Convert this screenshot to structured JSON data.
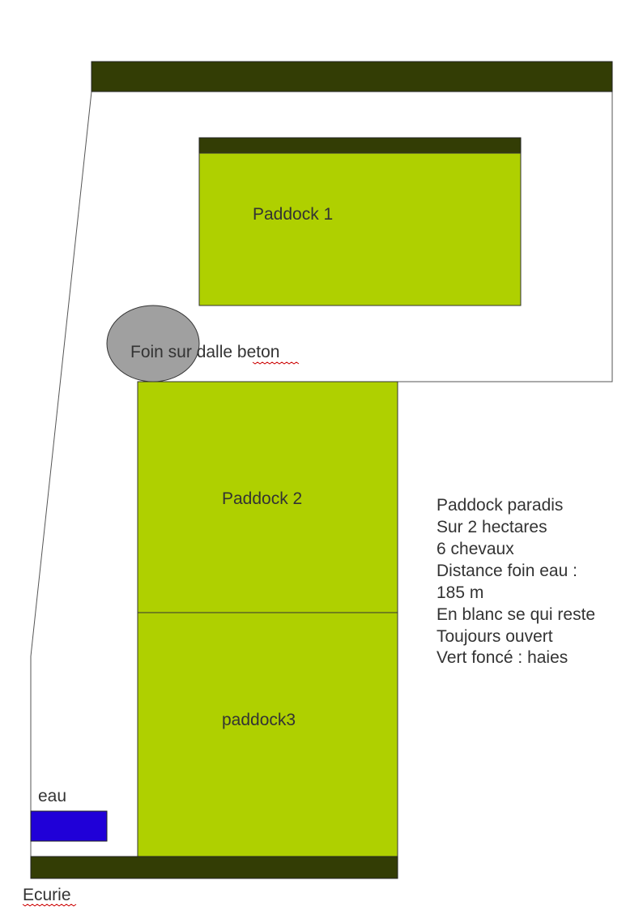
{
  "colors": {
    "hedge": "#333d05",
    "paddock": "#afd000",
    "water": "#2000d8",
    "hay": "#a0a0a0"
  },
  "labels": {
    "paddock1": "Paddock 1",
    "hay": "Foin sur dalle beton",
    "paddock2": "Paddock 2",
    "paddock3": "paddock3",
    "water": "eau",
    "stable": "Ecurie"
  },
  "notes": [
    "Paddock paradis",
    "Sur 2 hectares",
    "6 chevaux",
    "Distance foin eau :",
    "185 m",
    "En blanc se qui reste",
    "Toujours ouvert",
    "Vert foncé : haies"
  ]
}
